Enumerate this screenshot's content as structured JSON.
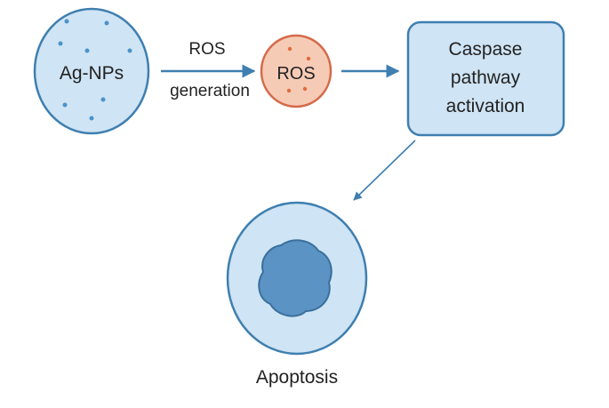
{
  "diagram": {
    "agnp_label": "Ag-NPs",
    "arrow_label_line1": "ROS",
    "arrow_label_line2": "generation",
    "ros_label": "ROS",
    "caspase_line1": "Caspase",
    "caspase_line2": "pathway",
    "caspase_line3": "activation",
    "apoptosis_label": "Apoptosis"
  },
  "colors": {
    "light_blue_fill": "#cfe4f4",
    "blue_stroke": "#3f7fb0",
    "dot_blue": "#4a93c9",
    "ros_fill": "#f6cbb6",
    "ros_stroke": "#d46a4a",
    "ros_dot": "#e06b3e",
    "nucleus_fill": "#5b93c4",
    "nucleus_stroke": "#3a6f9c",
    "text": "#222222"
  }
}
